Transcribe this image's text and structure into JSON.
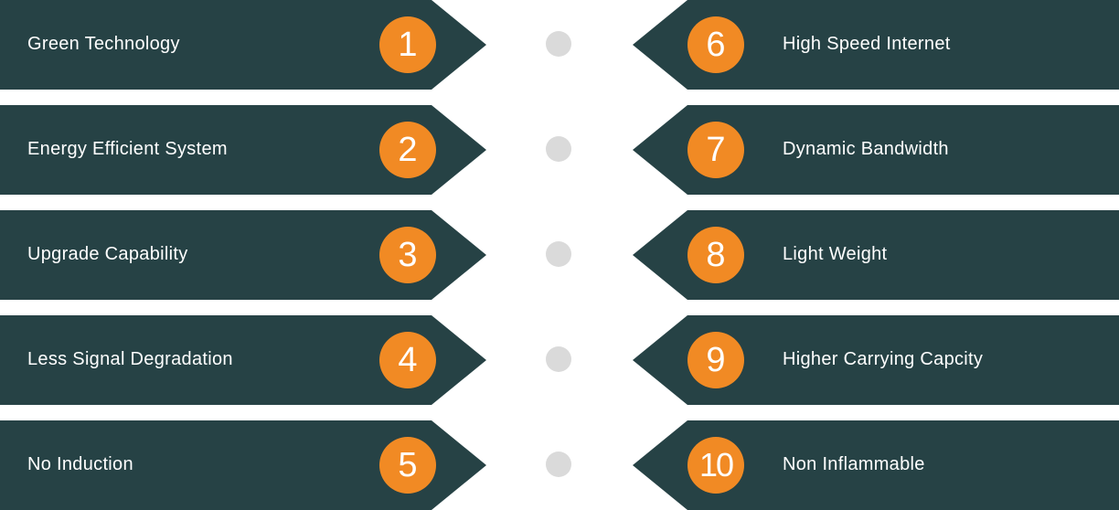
{
  "colors": {
    "banner": "#264245",
    "badge": "#f18a24",
    "dot": "#dadada",
    "text": "#ffffff"
  },
  "left_items": [
    {
      "number": "1",
      "label": "Green Technology"
    },
    {
      "number": "2",
      "label": "Energy Efficient System"
    },
    {
      "number": "3",
      "label": "Upgrade Capability"
    },
    {
      "number": "4",
      "label": "Less Signal Degradation"
    },
    {
      "number": "5",
      "label": "No Induction"
    }
  ],
  "right_items": [
    {
      "number": "6",
      "label": "High Speed Internet"
    },
    {
      "number": "7",
      "label": "Dynamic Bandwidth"
    },
    {
      "number": "8",
      "label": "Light Weight"
    },
    {
      "number": "9",
      "label": "Higher Carrying Capcity"
    },
    {
      "number": "10",
      "label": "Non Inflammable"
    }
  ]
}
